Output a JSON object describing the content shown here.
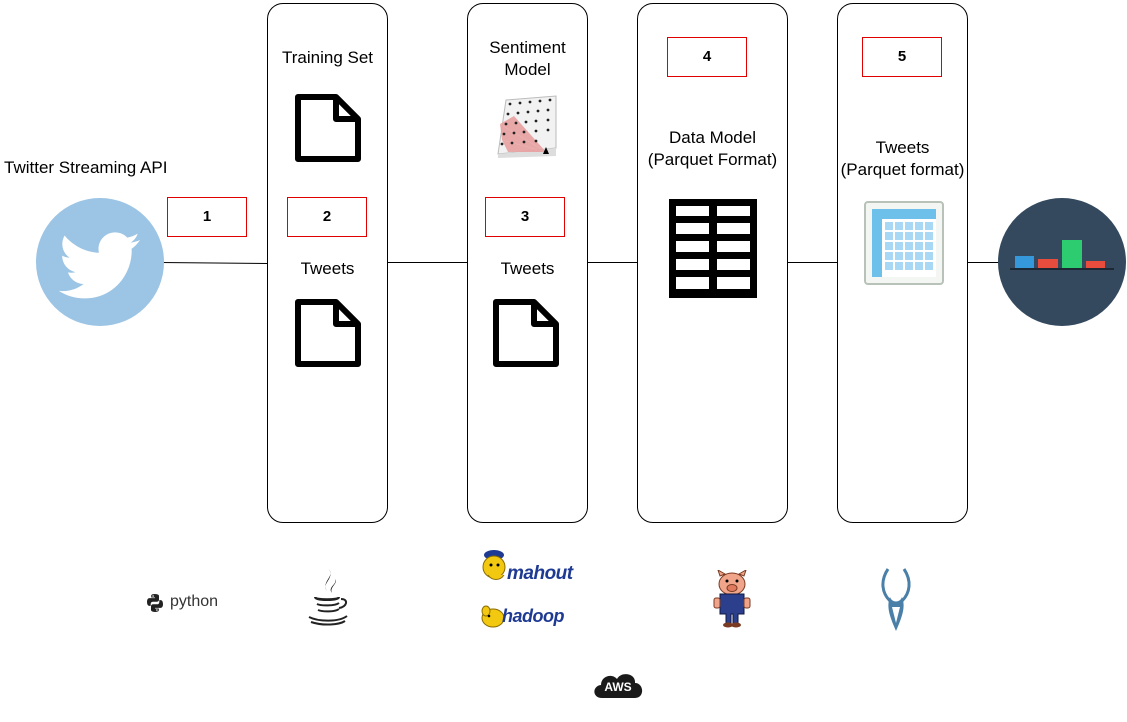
{
  "source": {
    "label": "Twitter Streaming API",
    "icon": "twitter-bird-icon"
  },
  "stages": [
    {
      "number": "1"
    },
    {
      "number": "2",
      "labels": [
        "Training Set",
        "Tweets"
      ],
      "icon": "document-icon"
    },
    {
      "number": "3",
      "labels": [
        "Sentiment",
        "Model",
        "Tweets"
      ],
      "icon": "document-icon"
    },
    {
      "number": "4",
      "labels": [
        "Data Model",
        "(Parquet Format)"
      ],
      "icon": "table-icon"
    },
    {
      "number": "5",
      "labels": [
        "Tweets",
        "(Parquet format)"
      ],
      "icon": "grid-icon"
    }
  ],
  "sink": {
    "icon": "bar-chart-icon"
  },
  "technologies": {
    "python": "python",
    "java": "java-icon",
    "mahout": "mahout",
    "hadoop": "hadoop",
    "pig": "pig-icon",
    "impala": "impala-icon",
    "aws": "AWS"
  },
  "colors": {
    "twitter_circle": "#9cc4e4",
    "twitter_bird": "#ffffff",
    "number_border": "#e00000",
    "dashboard_circle": "#34495e",
    "bar_blue": "#3498db",
    "bar_red": "#e74c3c",
    "bar_green": "#2ecc71",
    "mahout_yellow": "#f2c811",
    "mahout_blue": "#1f3a93"
  }
}
